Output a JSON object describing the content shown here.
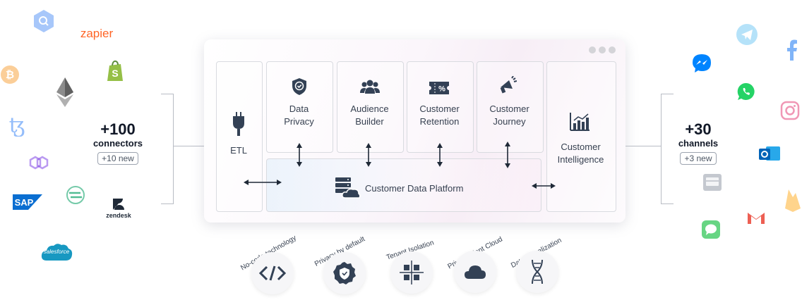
{
  "left": {
    "count": "+100",
    "unit": "connectors",
    "badge": "+10 new",
    "logos": {
      "zapier": "zapier",
      "sap": "SAP",
      "zendesk": "zendesk",
      "salesforce": "salesforce"
    }
  },
  "right": {
    "count": "+30",
    "unit": "channels",
    "badge": "+3 new"
  },
  "modules": {
    "etl": "ETL",
    "privacy_l1": "Data",
    "privacy_l2": "Privacy",
    "audience_l1": "Audience",
    "audience_l2": "Builder",
    "retention_l1": "Customer",
    "retention_l2": "Retention",
    "journey_l1": "Customer",
    "journey_l2": "Journey",
    "intel_l1": "Customer",
    "intel_l2": "Intelligence",
    "cdp": "Customer Data Platform",
    "retention_icon_text": "%"
  },
  "features": [
    {
      "label": "No-code technology"
    },
    {
      "label": "Privacy by default"
    },
    {
      "label": "Tenant Isolation"
    },
    {
      "label": "Private/client Cloud"
    },
    {
      "label": "Data virtualization"
    }
  ],
  "colors": {
    "icon_dark": "#334155",
    "zapier": "#ff4a00",
    "salesforce": "#1798c1",
    "sap": "#0a6ed1",
    "shopify": "#95bf47",
    "bitcoin": "#f7931a",
    "telegram": "#2aabee",
    "whatsapp": "#25d366",
    "messenger": "#0084ff",
    "gmail": "#ea4335"
  }
}
